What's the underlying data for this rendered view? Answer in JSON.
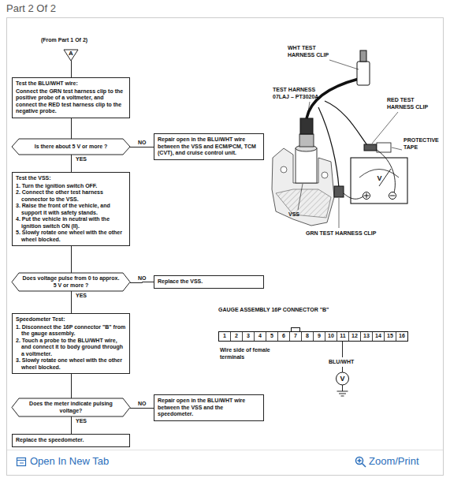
{
  "diagram": {
    "title": "Part 2 Of 2",
    "nodes": [
      {
        "text": [
          "A"
        ]
      },
      {
        "text": [
          "Test the BLU/WHT wire:",
          "Connect the GRN test harness clip to the positive probe of a voltmeter, and connect the RED test harness clip to the negative probe."
        ]
      },
      {
        "text": [
          "Is there about 5 V or more ?"
        ]
      },
      {
        "text": [
          "Repair open in the BLU/WHT wire between the VSS and ECM/PCM, TCM (CVT), and cruise control unit."
        ]
      },
      {
        "text": [
          "Test the VSS:",
          "1. Turn the ignition switch OFF.",
          "2. Connect the other test harness connector to the VSS.",
          "3. Raise the front of the vehicle, and support it with safety stands.",
          "4. Put the vehicle in neutral with the ignition switch ON (II).",
          "5. Slowly rotate one wheel with the other wheel blocked."
        ]
      },
      {
        "text": [
          "Does voltage pulse from 0 to approx. 5 V or more ?"
        ]
      },
      {
        "text": [
          "Replace the VSS."
        ]
      },
      {
        "text": [
          "Speedometer Test:",
          "1. Disconnect the 16P connector \"B\" from the gauge assembly.",
          "2. Touch a probe to the BLU/WHT wire, and connect it to body ground through a voltmeter.",
          "3. Slowly rotate one wheel with the other wheel blocked."
        ]
      },
      {
        "text": [
          "Does the meter indicate pulsing voltage?"
        ]
      },
      {
        "text": [
          "Repair open in the BLU/WHT wire between the VSS and the speedometer."
        ]
      },
      {
        "text": [
          "Replace the speedometer."
        ]
      }
    ],
    "edges": [
      {
        "from": 0,
        "to": 1,
        "arrow": "none"
      },
      {
        "from": 1,
        "to": 2,
        "arrow": "none"
      },
      {
        "from": 2,
        "to": 3,
        "label": "NO",
        "arrow": "none"
      },
      {
        "from": 2,
        "to": 4,
        "label": "YES",
        "arrow": "none"
      },
      {
        "from": 4,
        "to": 5,
        "arrow": "none"
      },
      {
        "from": 5,
        "to": 6,
        "label": "NO",
        "arrow": "none"
      },
      {
        "from": 5,
        "to": 7,
        "label": "YES",
        "arrow": "none"
      },
      {
        "from": 7,
        "to": 8,
        "arrow": "none"
      },
      {
        "from": 8,
        "to": 9,
        "label": "NO",
        "arrow": "none"
      },
      {
        "from": 8,
        "to": 10,
        "label": "YES",
        "arrow": "none"
      }
    ],
    "labels": [
      "(From Part 1 Of 2)",
      "WHT TEST HARNESS CLIP",
      "TEST HARNESS 07LAJ – PT3020A",
      "RED TEST HARNESS CLIP",
      "PROTECTIVE TAPE",
      "VSS",
      "GRN TEST HARNESS CLIP",
      "GAUGE ASSEMBLY 16P CONNECTOR \"B\"",
      "1",
      "2",
      "3",
      "4",
      "5",
      "6",
      "7",
      "8",
      "9",
      "10",
      "11",
      "12",
      "13",
      "14",
      "15",
      "16",
      "Wire side of female terminals",
      "BLU/WHT",
      "V",
      "V",
      "Open In New Tab",
      "Zoom/Print"
    ]
  }
}
